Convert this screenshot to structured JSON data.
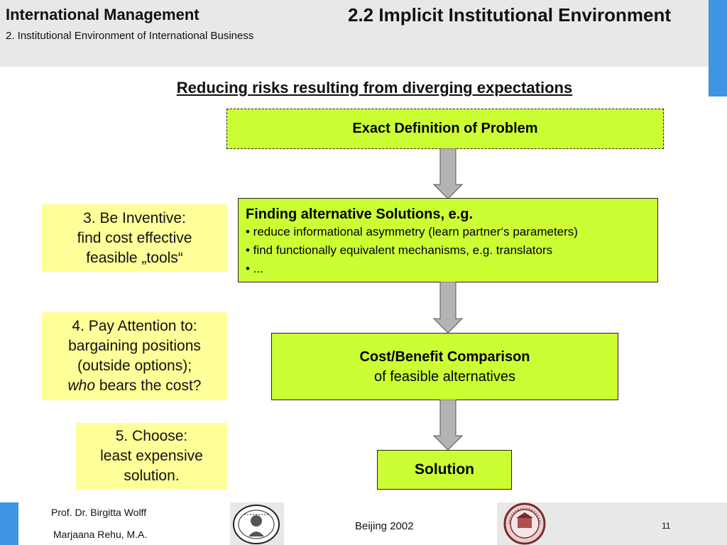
{
  "header": {
    "course_title": "International Management",
    "section_title": "2. Institutional Environment of International Business",
    "slide_title": "2.2 Implicit Institutional Environment"
  },
  "subtitle": "Reducing risks resulting from diverging expectations",
  "flow": {
    "step1": "Exact Definition of Problem",
    "step2": {
      "title": "Finding alternative Solutions, e.g.",
      "bullets": [
        "• reduce informational asymmetry (learn partner‘s parameters)",
        "• find functionally equivalent mechanisms, e.g. translators",
        "• ..."
      ]
    },
    "step3": {
      "title": "Cost/Benefit Comparison",
      "subtitle": "of feasible alternatives"
    },
    "step4": "Solution"
  },
  "notes": {
    "note3": [
      "3. Be Inventive:",
      "find cost effective",
      "feasible „tools“"
    ],
    "note4": {
      "lines": [
        "4. Pay Attention to:",
        "bargaining positions",
        "(outside options);"
      ],
      "emphasis": "who",
      "rest": " bears the cost?"
    },
    "note5": [
      "5. Choose:",
      "least expensive",
      "solution."
    ]
  },
  "footer": {
    "author1": "Prof. Dr. Birgitta Wolff",
    "author2": "Marjaana Rehu, M.A.",
    "place": "Beijing 2002",
    "page": "11",
    "seal_left_text": "OTTO-VON-GUERICKE-UNIVERSITÄT MAGDEBURG",
    "seal_right_text": "BEIJING NORMAL UNIVERSITY 1902"
  },
  "colors": {
    "accent": "#3d95e3",
    "box_green": "#ccff33",
    "note_yellow": "#ffff99",
    "arrow_gray": "#b3b3b3",
    "band_gray": "#e8e8e8"
  }
}
